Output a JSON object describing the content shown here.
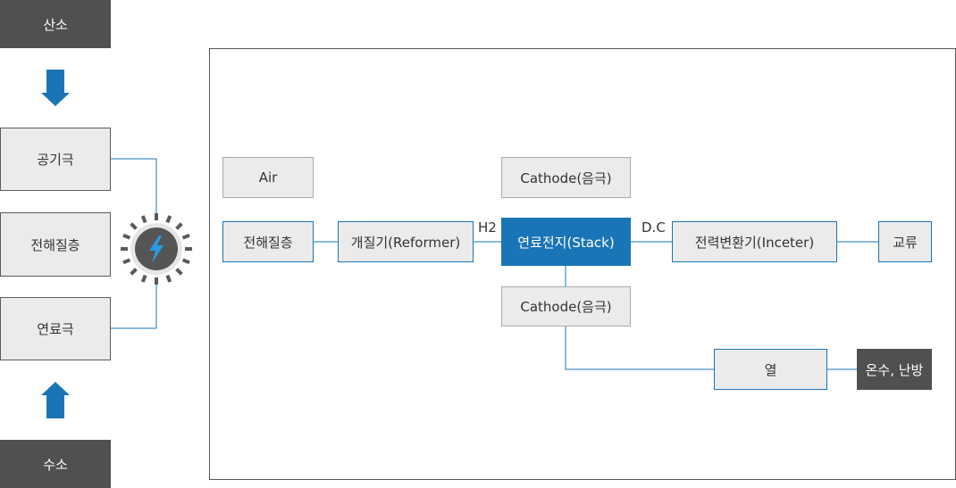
{
  "left": {
    "oxygen": "산소",
    "air_electrode": "공기극",
    "electrolyte_layer": "전해질층",
    "fuel_electrode": "연료극",
    "hydrogen": "수소"
  },
  "diagram": {
    "air": "Air",
    "cathode_top": "Cathode(음극)",
    "electrolyte": "전해질층",
    "reformer": "개질기(Reformer)",
    "stack": "연료전지(Stack)",
    "inverter": "전력변환기(Inceter)",
    "ac": "교류",
    "cathode_bottom": "Cathode(음극)",
    "heat": "열",
    "hot_water": "온수, 난방",
    "h2_label": "H2",
    "dc_label": "D.C"
  },
  "colors": {
    "accent": "#1a75b6",
    "dark_box": "#505050",
    "box_fill": "#ebebeb"
  },
  "icons": {
    "lightning": "lightning-icon",
    "arrow_down": "arrow-down-icon",
    "arrow_up": "arrow-up-icon"
  }
}
